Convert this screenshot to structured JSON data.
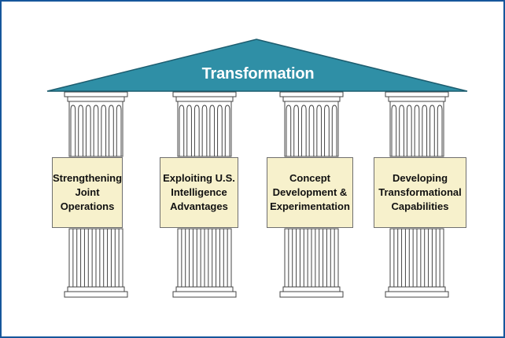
{
  "diagram": {
    "roof": {
      "title": "Transformation",
      "fill": "#2f8fa6"
    },
    "pillars": [
      {
        "label": "Strengthening\nJoint\nOperations"
      },
      {
        "label": "Exploiting U.S.\nIntelligence\nAdvantages"
      },
      {
        "label": "Concept\nDevelopment &\nExperimentation"
      },
      {
        "label": "Developing\nTransformational\nCapabilities"
      }
    ]
  },
  "colors": {
    "frame_border": "#16569b",
    "label_fill": "#f7f1cc",
    "pillar_line": "#444444"
  }
}
